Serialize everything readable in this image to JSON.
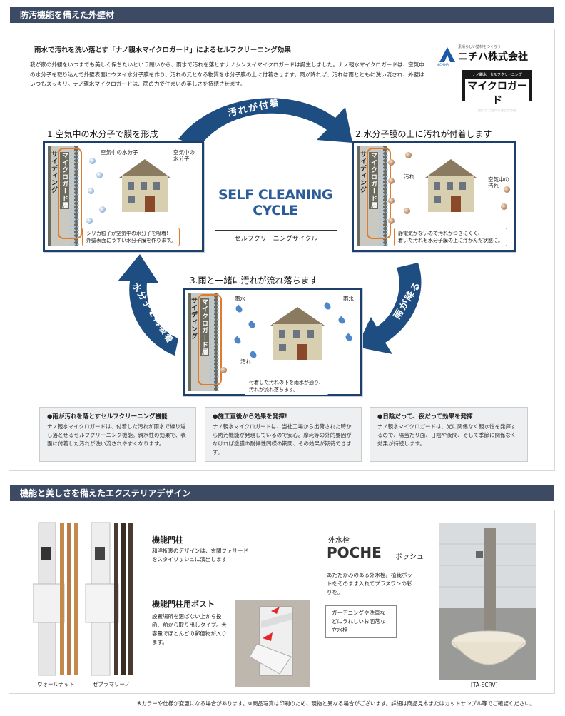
{
  "section1": {
    "header": "防汚機能を備えた外壁材",
    "intro_title": "雨水で汚れを洗い落とす「ナノ親水マイクロガード」によるセルフクリーニング効果",
    "intro_body": "我が家の外観をいつまでも美しく保ちたいという願いから、雨水で汚れを落とすナノシンスイマイクロガードは誕生しました。ナノ親水マイクロガードは、空気中の水分子を取り込んで外壁表面にウスイ水分子膜を作り、汚れの元となる物質を水分子膜の上に付着させます。雨が降れば、汚れは雨とともに洗い流され、外壁はいつもスッキリ。ナノ親水マイクロガードは、雨の力で住まいの美しさを持続させます。",
    "brand_tagline": "素晴らしい壁材をつくろう",
    "brand_name": "ニチハ株式会社",
    "brand_mark": "NICHIHA",
    "product_logo_top": "ナノ親水　セルフクリーニング",
    "product_logo": "マイクロガード",
    "product_logo_bottom": "雨の力で汚れを落とす外壁",
    "cycle_title_1": "SELF CLEANING",
    "cycle_title_2": "CYCLE",
    "cycle_subtitle": "セルフクリーニングサイクル",
    "arrow_top": "汚れが付着",
    "arrow_right": "雨が降る",
    "arrow_left": "水分子を再吸着",
    "steps": [
      {
        "title": "1.空気中の水分子で膜を形成",
        "label_a": "空気中の水分子",
        "label_b": "空気中の\n水分子",
        "note": "シリカ粒子が空気中の水分子を吸着!\n外壁表面にうすい水分子膜を作ります。"
      },
      {
        "title": "2.水分子膜の上に汚れが付着します",
        "label_a": "汚れ",
        "label_b": "空気中の\n汚れ",
        "note": "静電気がないので汚れがつきにくく、\n着いた汚れも水分子膜の上に浮かんだ状態に。"
      },
      {
        "title": "3.雨と一緒に汚れが流れ落ちます",
        "label_a": "雨水",
        "label_b": "雨水",
        "label_c": "汚れ",
        "note": "付着した汚れの下を雨水が通り、\n汚れが流れ落ちます。"
      }
    ],
    "siding": "サイディング",
    "layer": "マイクロガード層",
    "features": [
      {
        "title": "●雨が汚れを落とすセルフクリーニング機能",
        "body": "ナノ親水マイクロガードは、付着した汚れが雨水で繰り返し落とせるセルフクリーニング機能。親水性の効果で、表面に付着した汚れが洗い流されやすくなります。"
      },
      {
        "title": "●施工直後から効果を発揮!",
        "body": "ナノ親水マイクロガードは、当社工場から出荷された時から防汚機能が発現しているので安心。摩耗等の外的要因がなければ塗膜の耐候性同様の期間、その効果が期待できます。"
      },
      {
        "title": "●日陰だって、夜だって効果を発揮",
        "body": "ナノ親水マイクロガードは、光に関係なく親水性を発揮するので、陽当たり面、日陰や夜間、そして季節に関係なく効果が持続します。"
      }
    ]
  },
  "section2": {
    "header": "機能と美しさを備えたエクステリアデザイン",
    "post_name": "機能門柱",
    "post_desc": "和洋折衷のデザインは、玄関ファサードをスタイリッシュに演出します",
    "mailbox_name": "機能門柱用ポスト",
    "mailbox_desc": "設置場所を選ばない上から投函、前から取り出しタイプ。大容量でほとんどの郵便物が入ります。",
    "variant_1": "ウォールナット",
    "variant_2": "ゼブラマリーノ",
    "faucet_label": "外水栓",
    "faucet_name": "POCHE",
    "faucet_kana": "ポッシュ",
    "faucet_desc": "あたたかみのある外水栓。植栽ポットをそのまま入れてプラスワンの彩りを。",
    "faucet_note": "ガーデニングや洗車などにうれしいお洒落な立水栓",
    "faucet_code": "[TA-SCRV]"
  },
  "footer": "※カラーや仕様が変更になる場合があります。※商品写真は印刷のため、現物と異なる場合がございます。詳細は商品見本またはカットサンプル等でご確認ください。"
}
